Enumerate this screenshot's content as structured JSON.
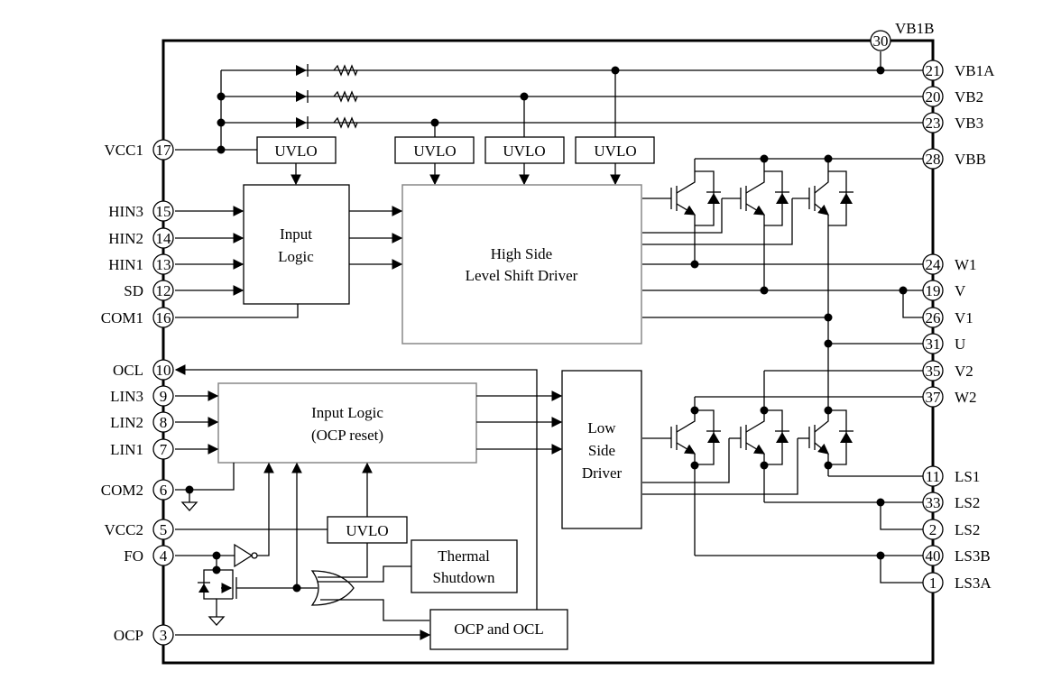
{
  "pins_left": [
    {
      "num": "17",
      "name": "VCC1"
    },
    {
      "num": "15",
      "name": "HIN3"
    },
    {
      "num": "14",
      "name": "HIN2"
    },
    {
      "num": "13",
      "name": "HIN1"
    },
    {
      "num": "12",
      "name": "SD"
    },
    {
      "num": "16",
      "name": "COM1"
    },
    {
      "num": "10",
      "name": "OCL"
    },
    {
      "num": "9",
      "name": "LIN3"
    },
    {
      "num": "8",
      "name": "LIN2"
    },
    {
      "num": "7",
      "name": "LIN1"
    },
    {
      "num": "6",
      "name": "COM2"
    },
    {
      "num": "5",
      "name": "VCC2"
    },
    {
      "num": "4",
      "name": "FO"
    },
    {
      "num": "3",
      "name": "OCP"
    }
  ],
  "pins_right": [
    {
      "num": "30",
      "name": "VB1B"
    },
    {
      "num": "21",
      "name": "VB1A"
    },
    {
      "num": "20",
      "name": "VB2"
    },
    {
      "num": "23",
      "name": "VB3"
    },
    {
      "num": "28",
      "name": "VBB"
    },
    {
      "num": "24",
      "name": "W1"
    },
    {
      "num": "19",
      "name": "V"
    },
    {
      "num": "26",
      "name": "V1"
    },
    {
      "num": "31",
      "name": "U"
    },
    {
      "num": "35",
      "name": "V2"
    },
    {
      "num": "37",
      "name": "W2"
    },
    {
      "num": "11",
      "name": "LS1"
    },
    {
      "num": "33",
      "name": "LS2"
    },
    {
      "num": "2",
      "name": "LS2"
    },
    {
      "num": "40",
      "name": "LS3B"
    },
    {
      "num": "1",
      "name": "LS3A"
    }
  ],
  "blocks": {
    "uvlo_label": "UVLO",
    "input_logic_high": [
      "Input",
      "Logic"
    ],
    "high_side_driver": [
      "High Side",
      "Level Shift Driver"
    ],
    "input_logic_low": [
      "Input Logic",
      "(OCP reset)"
    ],
    "low_side_driver": [
      "Low",
      "Side",
      "Driver"
    ],
    "thermal_shutdown": [
      "Thermal",
      "Shutdown"
    ],
    "ocp_ocl": "OCP and OCL"
  }
}
